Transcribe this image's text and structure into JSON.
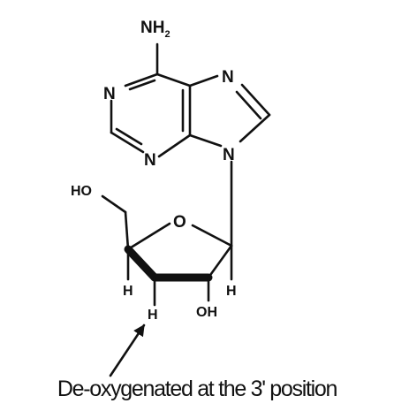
{
  "atoms": {
    "amine_n": "NH",
    "amine_sub": "2",
    "n1": "N",
    "n3": "N",
    "n7": "N",
    "n9": "N",
    "ho": "HO",
    "o_ring": "O",
    "h4": "H",
    "h3": "H",
    "oh": "OH",
    "h1": "H"
  },
  "caption": "De-oxygenated at the 3' position"
}
